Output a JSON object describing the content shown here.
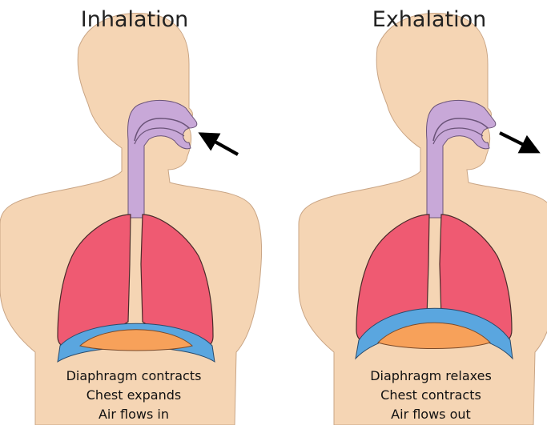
{
  "colors": {
    "skin": "#f5d5b4",
    "skin_outline": "#c9a585",
    "airway": "#c8a8d8",
    "airway_outline": "#6a5378",
    "lung": "#ef5a72",
    "lung_outline": "#4a2a2a",
    "diaphragm_blue": "#5aa6df",
    "diaphragm_orange": "#f7a15a",
    "arrow": "#000000"
  },
  "panels": [
    {
      "title": "Inhalation",
      "arrow_direction": "in",
      "captions": [
        "Diaphragm contracts",
        "Chest expands",
        "Air flows in"
      ]
    },
    {
      "title": "Exhalation",
      "arrow_direction": "out",
      "captions": [
        "Diaphragm relaxes",
        "Chest contracts",
        "Air flows out"
      ]
    }
  ]
}
